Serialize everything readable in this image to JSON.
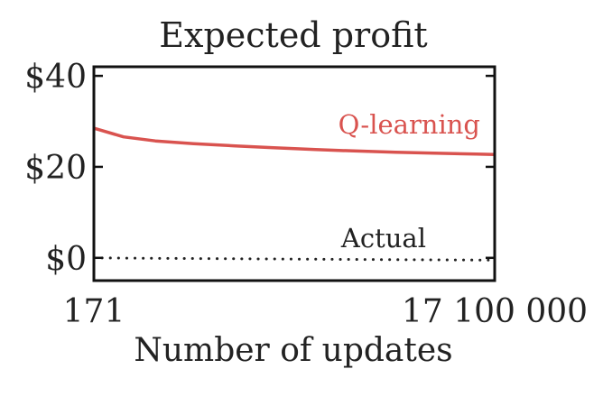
{
  "chart_data": {
    "type": "line",
    "title": "Expected profit",
    "xlabel": "Number of updates",
    "ylabel": "",
    "x_scale": "log",
    "xlim": [
      171,
      17100000
    ],
    "ylim": [
      -5,
      42
    ],
    "x_tick_labels": [
      "171",
      "17 100 000"
    ],
    "y_ticks": [
      0,
      20,
      40
    ],
    "y_tick_labels": [
      "$0",
      "$20",
      "$40"
    ],
    "grid": false,
    "series": [
      {
        "name": "Q-learning",
        "color": "#d9534f",
        "style": "solid",
        "x": [
          171,
          400,
          1000,
          3000,
          10000,
          30000,
          100000,
          300000,
          1000000,
          3000000,
          10000000,
          17100000
        ],
        "values": [
          28.5,
          26.6,
          25.7,
          25.1,
          24.6,
          24.2,
          23.8,
          23.5,
          23.2,
          23.0,
          22.8,
          22.7
        ]
      },
      {
        "name": "Actual",
        "color": "#222222",
        "style": "dotted",
        "x": [
          171,
          1000,
          10000,
          100000,
          1000000,
          17100000
        ],
        "values": [
          0.0,
          -0.1,
          -0.2,
          -0.3,
          -0.4,
          -0.5
        ]
      }
    ]
  }
}
